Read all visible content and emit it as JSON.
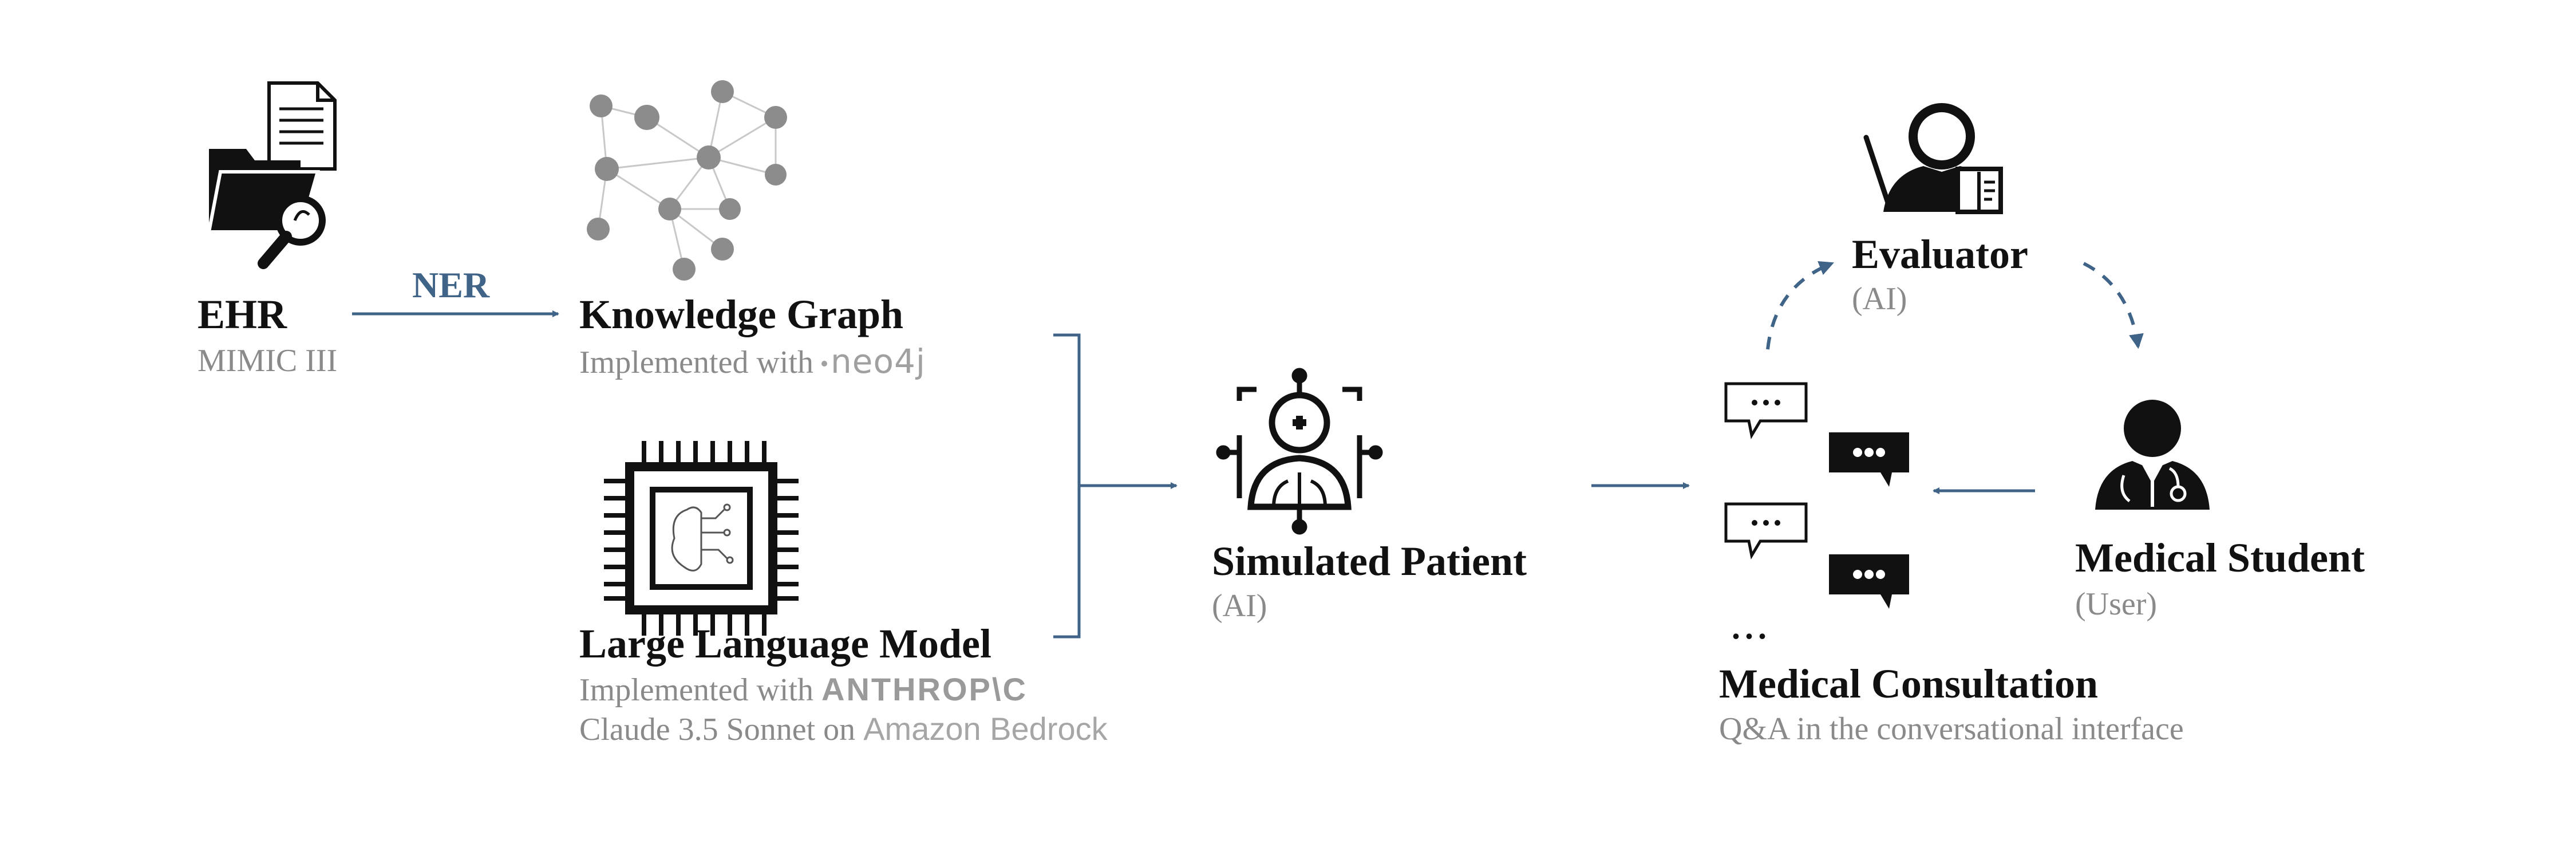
{
  "nodes": {
    "ehr": {
      "title": "EHR",
      "subtitle": "MIMIC III"
    },
    "ner": {
      "label": "NER"
    },
    "knowledge_graph": {
      "title": "Knowledge Graph",
      "subtitle_prefix": "Implemented with",
      "brand": "neo4j"
    },
    "llm": {
      "title": "Large Language Model",
      "subtitle_prefix": "Implemented with",
      "brand": "ANTHROP\\C",
      "model_prefix": "Claude 3.5 Sonnet on",
      "platform": "Amazon Bedrock"
    },
    "simulated_patient": {
      "title": "Simulated Patient",
      "subtitle": "(AI)"
    },
    "evaluator": {
      "title": "Evaluator",
      "subtitle": "(AI)"
    },
    "medical_student": {
      "title": "Medical Student",
      "subtitle": "(User)"
    },
    "consultation": {
      "title": "Medical Consultation",
      "subtitle": "Q&A in the conversational interface",
      "ellipsis": "..."
    }
  },
  "colors": {
    "arrow": "#3f6487",
    "icon": "#111111",
    "muted": "#8a8a8a",
    "graph_node": "#8c8c8c"
  },
  "icons": [
    "document-folder-search-icon",
    "knowledge-graph-icon",
    "ai-chip-icon",
    "ai-patient-icon",
    "evaluator-icon",
    "chat-bubbles-icon",
    "doctor-icon"
  ]
}
